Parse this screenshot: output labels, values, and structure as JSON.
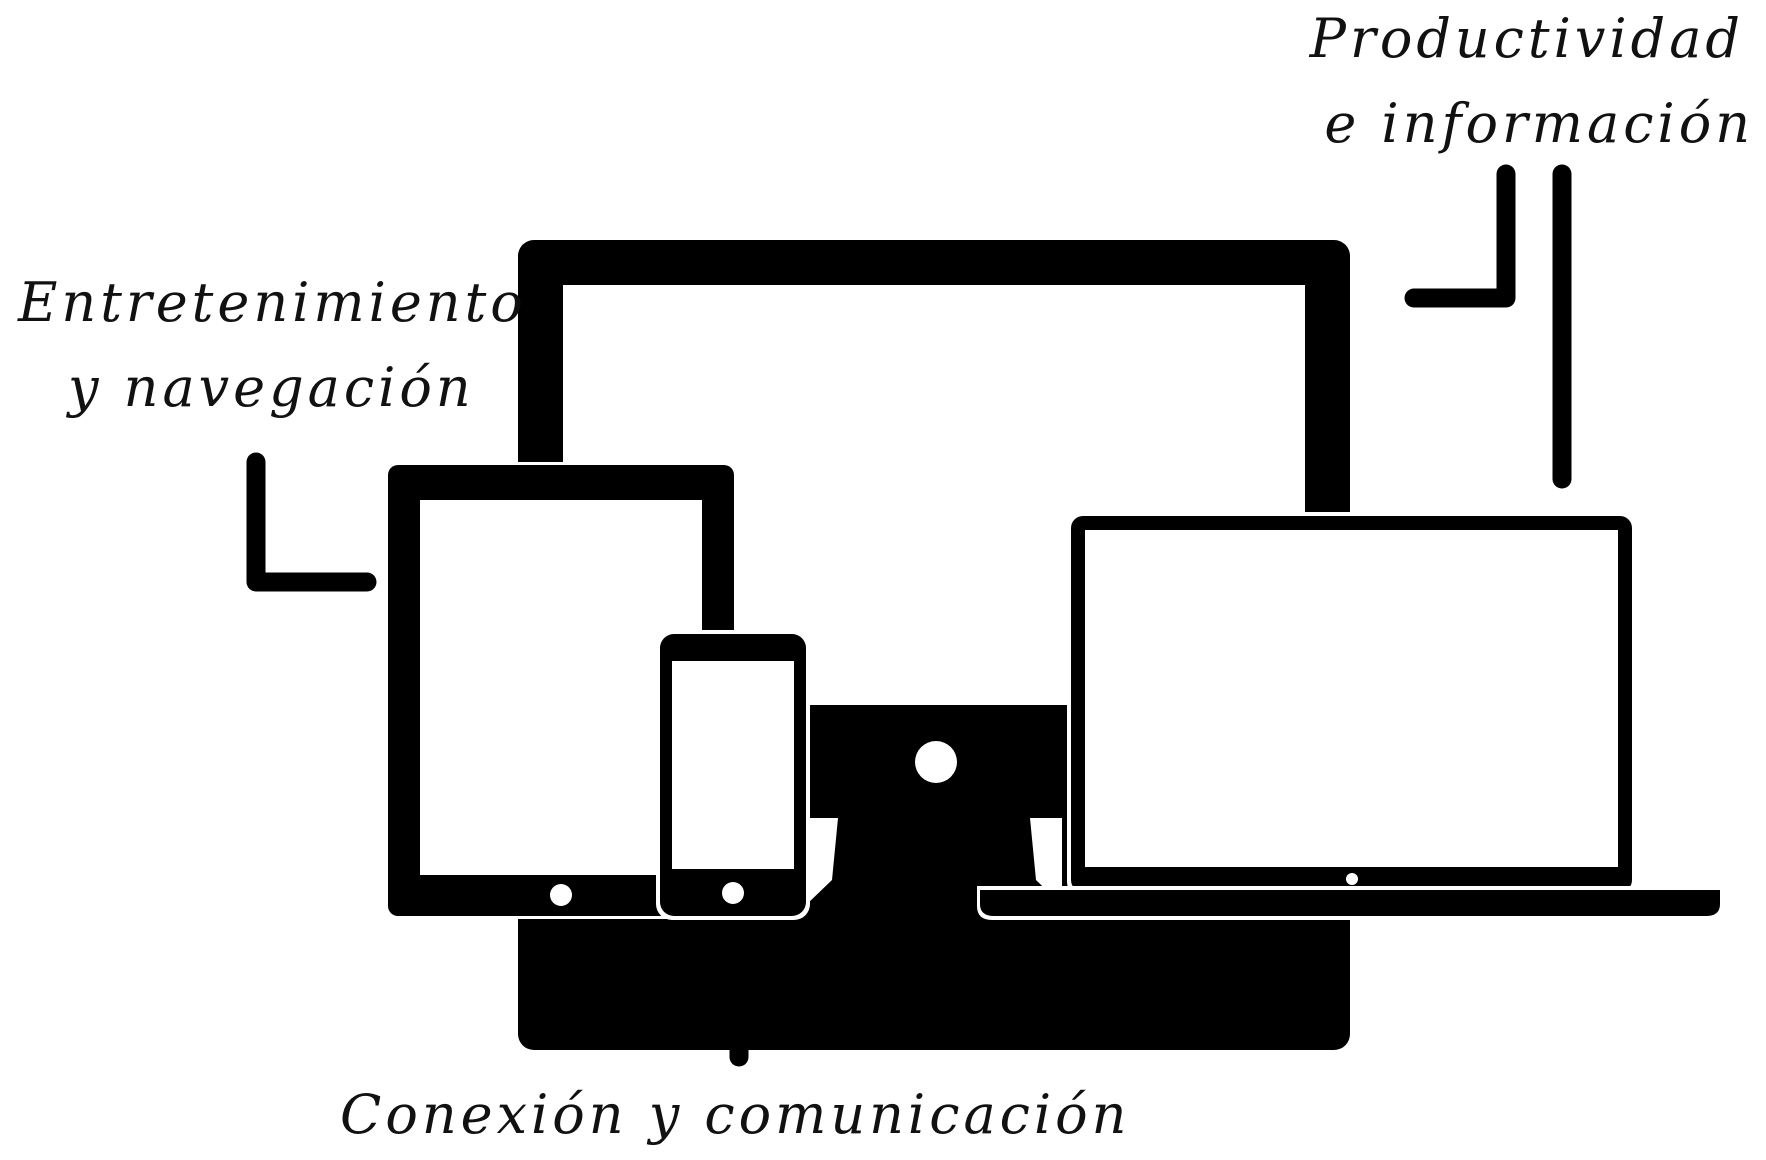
{
  "labels": {
    "entertainment": {
      "line1": "Entretenimiento",
      "line2": "y navegación"
    },
    "productivity": {
      "line1": "Productividad",
      "line2": "e información"
    },
    "connection": {
      "line1": "Conexión y comunicación"
    }
  },
  "colors": {
    "ink": "#000000",
    "background": "#ffffff"
  },
  "icons": [
    "monitor-icon",
    "tablet-icon",
    "smartphone-icon",
    "laptop-icon"
  ]
}
